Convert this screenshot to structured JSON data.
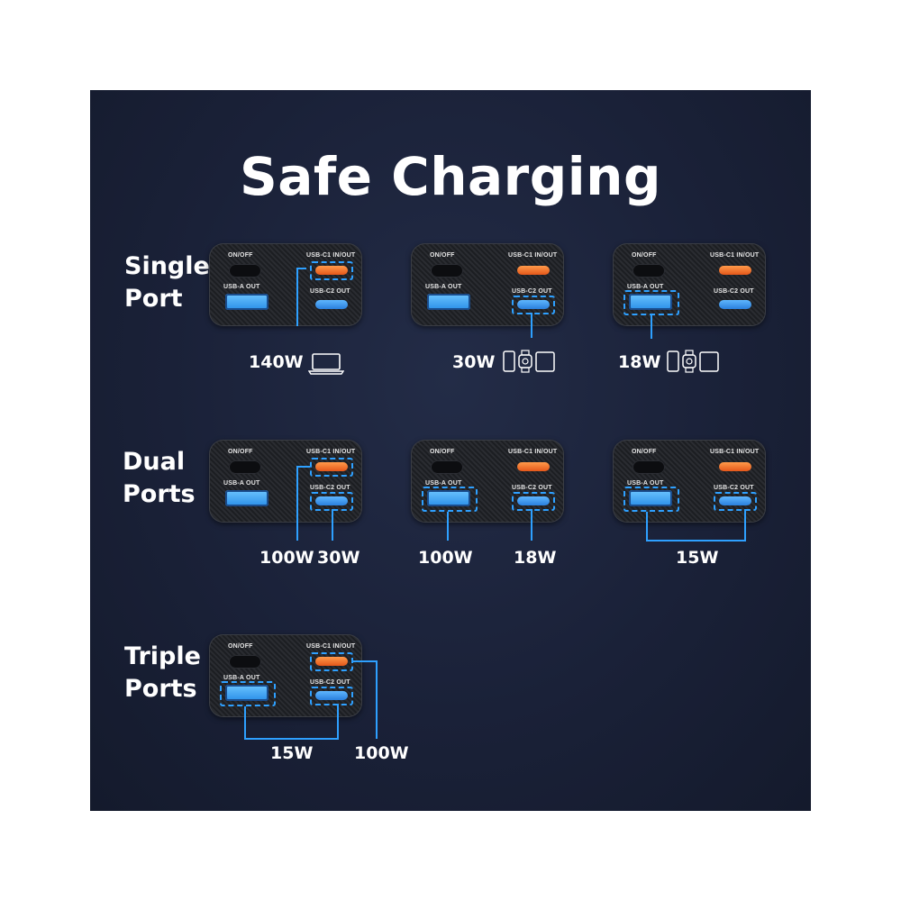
{
  "title": "Safe Charging",
  "labels": {
    "on_off": "ON/OFF",
    "usb_a_out": "USB-A OUT",
    "usb_c1": "USB-C1 IN/OUT",
    "usb_c2": "USB-C2 OUT"
  },
  "rows": {
    "single": {
      "line1": "Single",
      "line2": "Port"
    },
    "dual": {
      "line1": "Dual",
      "line2": "Ports"
    },
    "triple": {
      "line1": "Triple",
      "line2": "Ports"
    }
  },
  "outputs": {
    "single_c1": "140W",
    "single_c2": "30W",
    "single_a": "18W",
    "dual_1_c1": "100W",
    "dual_1_c2": "30W",
    "dual_2_a": "100W",
    "dual_2_c2": "18W",
    "dual_3_combined": "15W",
    "triple_a_c2": "15W",
    "triple_c1": "100W"
  },
  "icons": {
    "single_c1": "laptop-icon",
    "single_c2": [
      "phone-icon",
      "watch-icon",
      "tablet-icon"
    ],
    "single_a": [
      "phone-icon",
      "watch-icon",
      "tablet-icon"
    ]
  },
  "colors": {
    "background": "#1a2138",
    "highlight": "#2ea0ff",
    "usb_c1_port": "#f26d2b",
    "usb_c2_port": "#3a8ee8",
    "usb_a_port": "#4aa8f5"
  }
}
